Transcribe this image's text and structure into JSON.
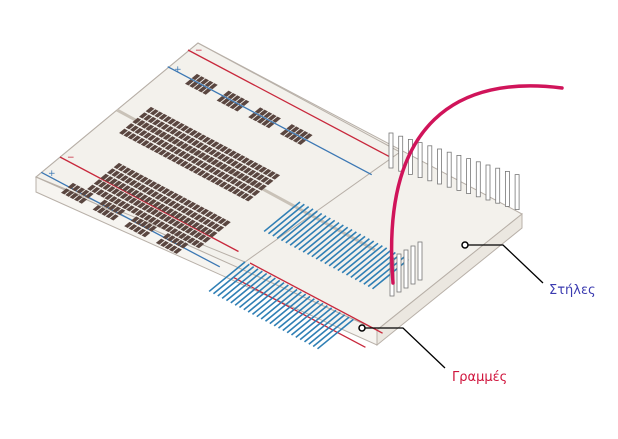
{
  "diagram": {
    "subject": "breadboard",
    "labels": {
      "columns": "Στήλες",
      "rows": "Γραμμές"
    },
    "marks": {
      "plus": "+",
      "minus": "−"
    },
    "colors": {
      "columns_label": "#3b3bb0",
      "rows_label": "#d0143c",
      "wire": "#d0145a",
      "rail_red": "#c8283c",
      "rail_blue": "#3c78b4",
      "column_strips": "#2f7fb5",
      "hole": "#5a4640",
      "board_top": "#f3f1ec",
      "board_side": "#f6f4f0",
      "board_edge": "#b8b0a8",
      "callout_line": "#000000"
    }
  }
}
